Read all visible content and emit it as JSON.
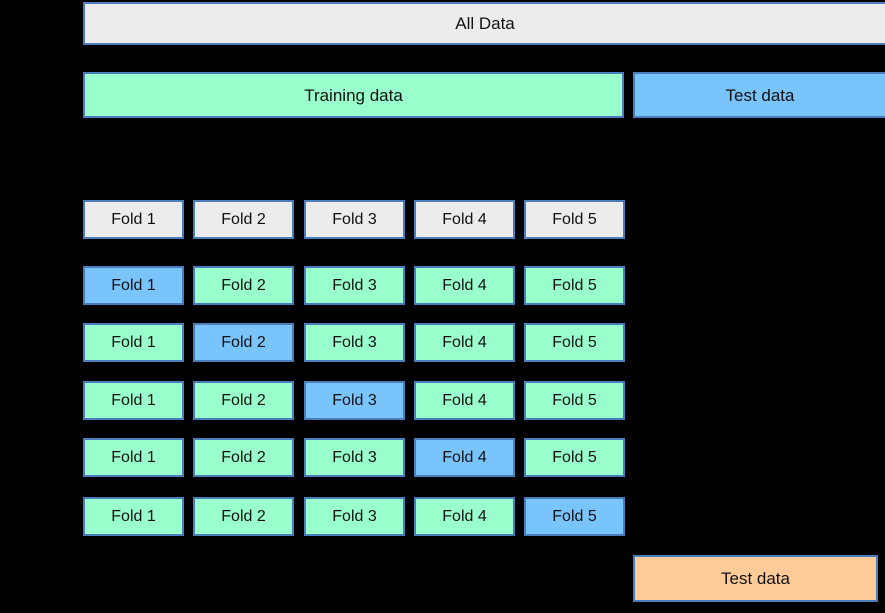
{
  "scene": {
    "all_data": {
      "label": "All Data"
    },
    "training_data": {
      "label": "Training data"
    },
    "test_data": {
      "label": "Test data"
    },
    "final_test_data": {
      "label": "Test data"
    },
    "fold_header": {
      "cells": [
        {
          "label": "Fold 1",
          "variant": "data"
        },
        {
          "label": "Fold 2",
          "variant": "data"
        },
        {
          "label": "Fold 3",
          "variant": "data"
        },
        {
          "label": "Fold 4",
          "variant": "data"
        },
        {
          "label": "Fold 5",
          "variant": "data"
        }
      ]
    },
    "splits": [
      {
        "cells": [
          {
            "label": "Fold 1",
            "variant": "validation"
          },
          {
            "label": "Fold 2",
            "variant": "train"
          },
          {
            "label": "Fold 3",
            "variant": "train"
          },
          {
            "label": "Fold 4",
            "variant": "train"
          },
          {
            "label": "Fold 5",
            "variant": "train"
          }
        ]
      },
      {
        "cells": [
          {
            "label": "Fold 1",
            "variant": "train"
          },
          {
            "label": "Fold 2",
            "variant": "validation"
          },
          {
            "label": "Fold 3",
            "variant": "train"
          },
          {
            "label": "Fold 4",
            "variant": "train"
          },
          {
            "label": "Fold 5",
            "variant": "train"
          }
        ]
      },
      {
        "cells": [
          {
            "label": "Fold 1",
            "variant": "train"
          },
          {
            "label": "Fold 2",
            "variant": "train"
          },
          {
            "label": "Fold 3",
            "variant": "validation"
          },
          {
            "label": "Fold 4",
            "variant": "train"
          },
          {
            "label": "Fold 5",
            "variant": "train"
          }
        ]
      },
      {
        "cells": [
          {
            "label": "Fold 1",
            "variant": "train"
          },
          {
            "label": "Fold 2",
            "variant": "train"
          },
          {
            "label": "Fold 3",
            "variant": "train"
          },
          {
            "label": "Fold 4",
            "variant": "validation"
          },
          {
            "label": "Fold 5",
            "variant": "train"
          }
        ]
      },
      {
        "cells": [
          {
            "label": "Fold 1",
            "variant": "train"
          },
          {
            "label": "Fold 2",
            "variant": "train"
          },
          {
            "label": "Fold 3",
            "variant": "train"
          },
          {
            "label": "Fold 4",
            "variant": "train"
          },
          {
            "label": "Fold 5",
            "variant": "validation"
          }
        ]
      }
    ]
  },
  "colors": {
    "background": "#000000",
    "border": "#4A7EBB",
    "all_data_fill": "#ECECEC",
    "train_fill": "#99FFCC",
    "validation_fill": "#7AC4FC",
    "test_fill": "#7AC4FC",
    "final_test_fill": "#FFCC99",
    "text": "#111111"
  }
}
